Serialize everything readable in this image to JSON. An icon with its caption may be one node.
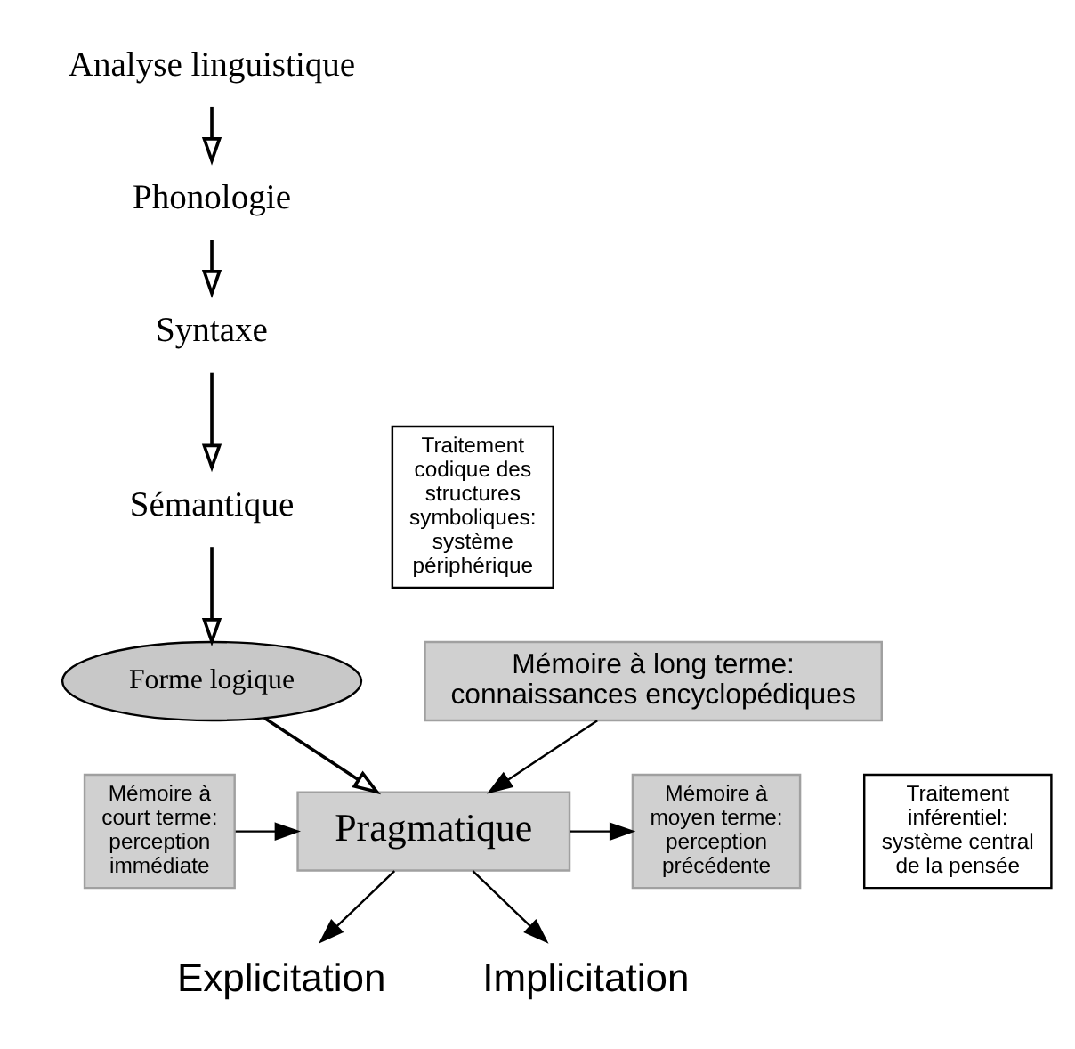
{
  "diagram": {
    "nodes": [
      {
        "text": [
          "Analyse linguistique"
        ]
      },
      {
        "text": [
          "Phonologie"
        ]
      },
      {
        "text": [
          "Syntaxe"
        ]
      },
      {
        "text": [
          "Sémantique"
        ]
      },
      {
        "text": [
          "Forme logique"
        ]
      },
      {
        "text": [
          "Traitement codique des structures symboliques: système périphérique"
        ]
      },
      {
        "text": [
          "Traitement inférentiel: système central de la pensée"
        ]
      },
      {
        "text": [
          "Pragmatique"
        ]
      },
      {
        "text": [
          "Explicitation"
        ]
      },
      {
        "text": [
          "Implicitation"
        ]
      },
      {
        "text": [
          "Mémoire à court terme: perception immédiate"
        ]
      },
      {
        "text": [
          "Mémoire à moyen terme: perception précédente"
        ]
      },
      {
        "text": [
          "Mémoire à long terme: connaissances encyclopédiques"
        ]
      }
    ],
    "edges": [
      {
        "from": 0,
        "to": 1,
        "arrow": "to"
      },
      {
        "from": 1,
        "to": 2,
        "arrow": "to"
      },
      {
        "from": 2,
        "to": 3,
        "arrow": "to"
      },
      {
        "from": 3,
        "to": 4,
        "arrow": "to"
      },
      {
        "from": 4,
        "to": 7,
        "arrow": "to"
      },
      {
        "from": 7,
        "to": 8,
        "arrow": "to"
      },
      {
        "from": 7,
        "to": 9,
        "arrow": "to"
      },
      {
        "from": 10,
        "to": 7,
        "arrow": "to"
      },
      {
        "from": 7,
        "to": 11,
        "arrow": "to"
      },
      {
        "from": 12,
        "to": 7,
        "arrow": "to"
      }
    ]
  }
}
